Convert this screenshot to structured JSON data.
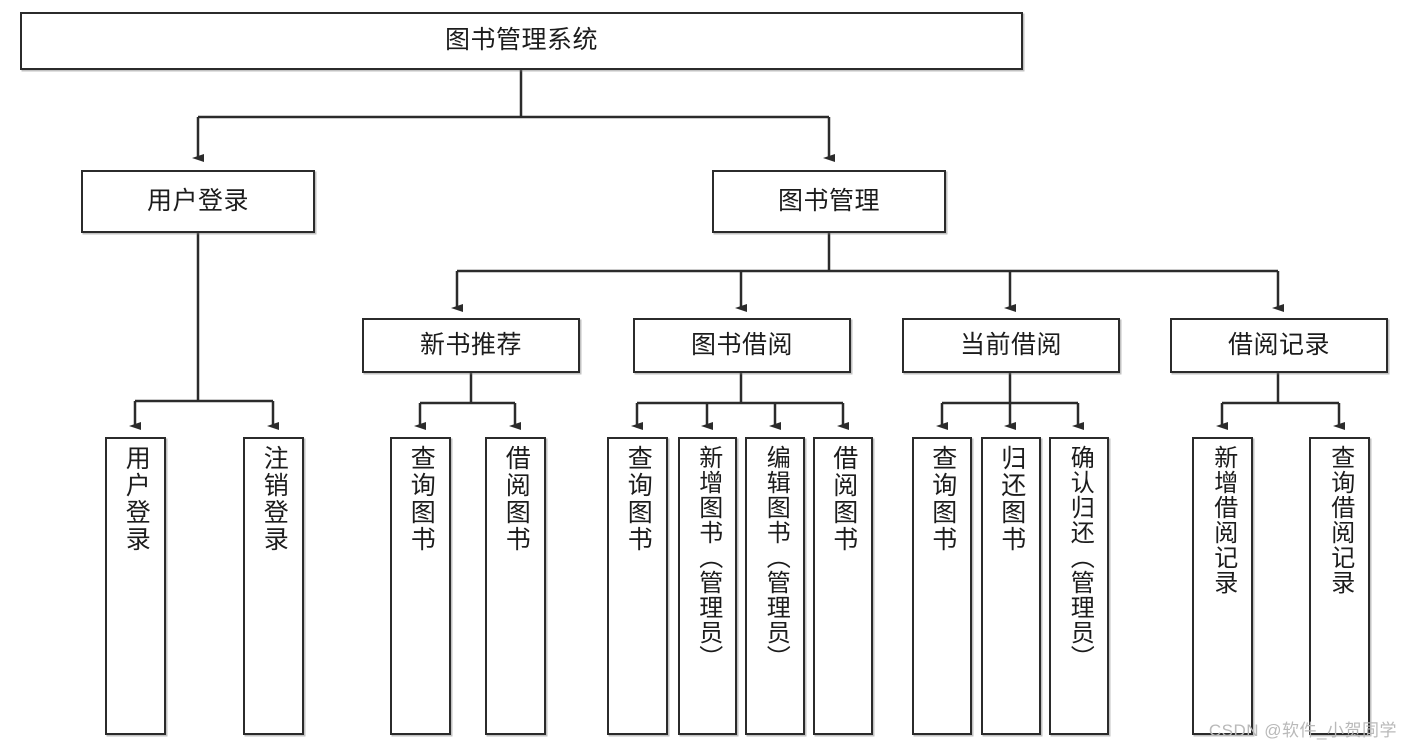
{
  "diagram": {
    "title": "图书管理系统",
    "type": "hierarchy-tree",
    "root": {
      "label": "图书管理系统"
    },
    "level1": [
      {
        "label": "用户登录"
      },
      {
        "label": "图书管理"
      }
    ],
    "level2": [
      {
        "label": "新书推荐",
        "parent": "图书管理"
      },
      {
        "label": "图书借阅",
        "parent": "图书管理"
      },
      {
        "label": "当前借阅",
        "parent": "图书管理"
      },
      {
        "label": "借阅记录",
        "parent": "图书管理"
      }
    ],
    "leaves": {
      "user_login": [
        {
          "label": "用户登录"
        },
        {
          "label": "注销登录"
        }
      ],
      "new_book_recommend": [
        {
          "label": "查询图书"
        },
        {
          "label": "借阅图书"
        }
      ],
      "book_borrow": [
        {
          "label": "查询图书"
        },
        {
          "label": "新增图书（管理员）"
        },
        {
          "label": "编辑图书（管理员）"
        },
        {
          "label": "借阅图书"
        }
      ],
      "current_borrow": [
        {
          "label": "查询图书"
        },
        {
          "label": "归还图书"
        },
        {
          "label": "确认归还（管理员）"
        }
      ],
      "borrow_record": [
        {
          "label": "新增借阅记录"
        },
        {
          "label": "查询借阅记录"
        }
      ]
    }
  },
  "watermark": {
    "text": "CSDN @软件_小贺同学"
  },
  "colors": {
    "stroke": "#2b2b2b",
    "fill": "#ffffff",
    "text": "#1c1c1c",
    "watermark": "#b9b9b9"
  }
}
